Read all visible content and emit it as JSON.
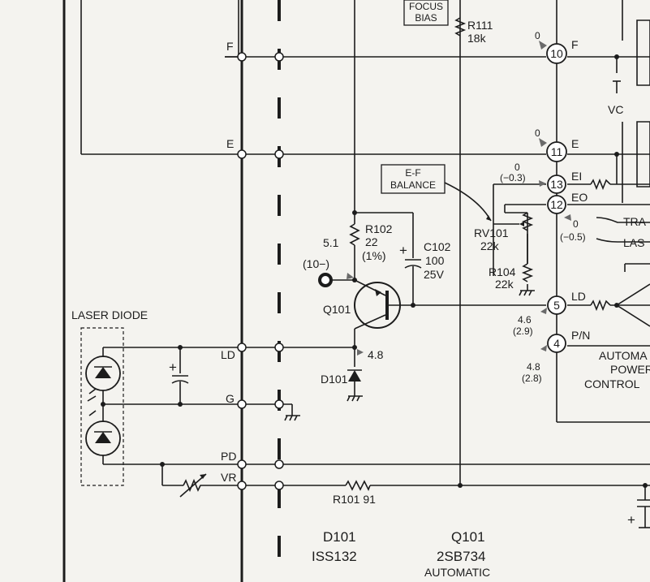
{
  "boxes": {
    "focus_bias_1": "FOCUS",
    "focus_bias_2": "BIAS",
    "ef_balance_1": "E-F",
    "ef_balance_2": "BALANCE"
  },
  "nets": {
    "F": "F",
    "E": "E",
    "LD": "LD",
    "G": "G",
    "PD": "PD",
    "VR": "VR",
    "EI": "EI",
    "EO": "EO",
    "LD_ic": "LD",
    "PN": "P/N",
    "F_ic": "F",
    "E_ic": "E",
    "VC": "VC"
  },
  "pins": {
    "p10": "10",
    "p11": "11",
    "p13": "13",
    "p12": "12",
    "p5": "5",
    "p4": "4"
  },
  "voltages": {
    "v_f": "0",
    "v_e": "0",
    "v_13a": "0",
    "v_13b": "(−0.3)",
    "v_12a": "0",
    "v_12b": "(−0.5)",
    "v_5a": "4.6",
    "v_5b": "(2.9)",
    "v_4a": "4.8",
    "v_4b": "(2.8)",
    "v_q_e": "5.1",
    "v_q_e2": "(10−)",
    "v_q_b": "4.8"
  },
  "components": {
    "r111_name": "R111",
    "r111_val": "18k",
    "r102_name": "R102",
    "r102_val": "22",
    "r102_tol": "(1%)",
    "c102_name": "C102",
    "c102_val": "100",
    "c102_v": "25V",
    "c102_plus": "+",
    "q101": "Q101",
    "d101": "D101",
    "rv101_name": "RV101",
    "rv101_val": "22k",
    "r104_name": "R104",
    "r104_val": "22k",
    "r101": "R101 91",
    "cap_plus": "+",
    "cap2_plus": "+"
  },
  "labels": {
    "laser_diode": "LASER DIODE",
    "tra": "TRA",
    "las": "LAS",
    "apc_1": "AUTOMA",
    "apc_2": "POWER",
    "apc_3": "CONTROL"
  },
  "parts_list": {
    "d101_name": "D101",
    "d101_type": "ISS132",
    "q101_name": "Q101",
    "q101_type": "2SB734",
    "q101_note": "AUTOMATIC"
  }
}
